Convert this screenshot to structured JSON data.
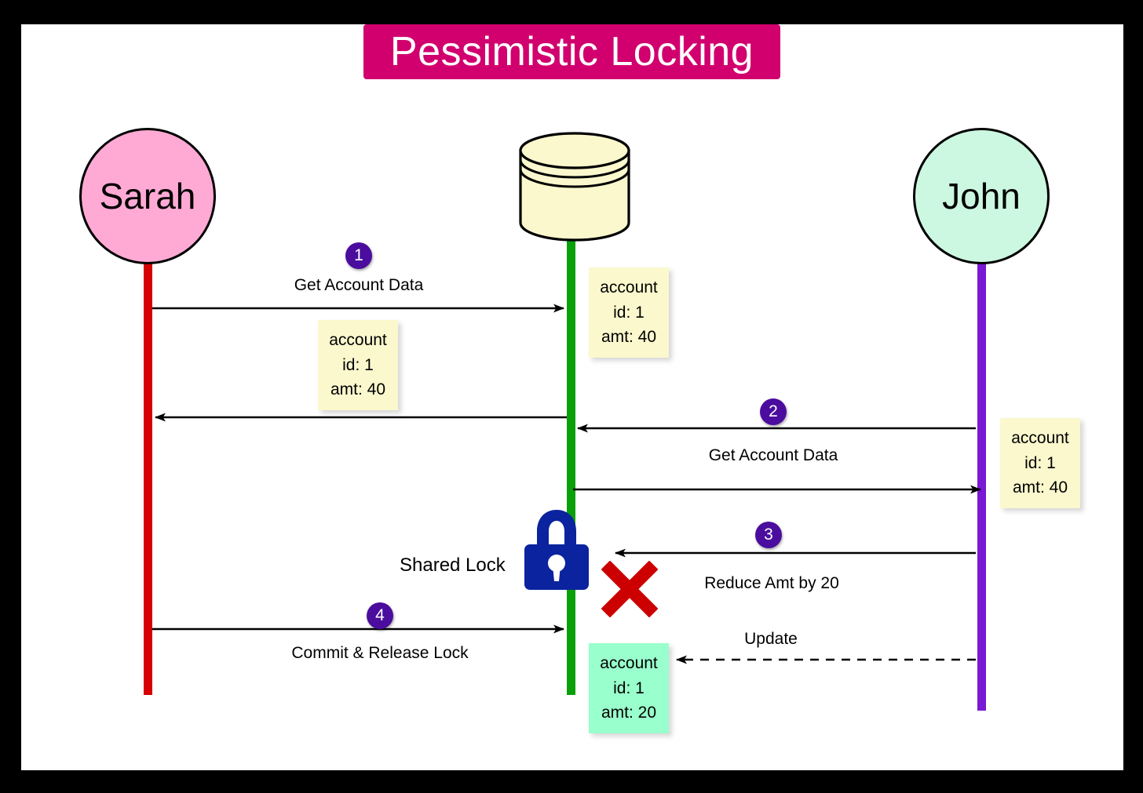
{
  "title": {
    "text": "Pessimistic Locking",
    "banner_color": "#d1006e",
    "text_color": "#ffffff"
  },
  "colors": {
    "frame": "#000000",
    "canvas": "#ffffff",
    "sarah_fill": "#ffaad4",
    "sarah_lifeline": "#d60000",
    "john_fill": "#ccf7e0",
    "john_lifeline": "#7a19d4",
    "db_fill": "#fbf8cd",
    "db_lifeline": "#09a009",
    "badge": "#4b0d9e",
    "lock": "#0b239e",
    "failure_x": "#cc0000",
    "sticky_yellow": "#fbf8cd",
    "sticky_green": "#99ffcc"
  },
  "participants": [
    {
      "id": "sarah",
      "label": "Sarah",
      "shape": "circle"
    },
    {
      "id": "database",
      "label": "",
      "shape": "cylinder",
      "icon": "database-icon"
    },
    {
      "id": "john",
      "label": "John",
      "shape": "circle"
    }
  ],
  "steps": [
    {
      "number": "1",
      "label": "Get Account Data",
      "from": "sarah",
      "to": "database"
    },
    {
      "number": "2",
      "label": "Get Account Data",
      "from": "john",
      "to": "database"
    },
    {
      "number": "3",
      "label": "Reduce Amt by 20",
      "from": "john",
      "to": "database"
    },
    {
      "number": "4",
      "label": "Commit & Release Lock",
      "from": "sarah",
      "to": "database"
    }
  ],
  "lock": {
    "label": "Shared Lock",
    "icon": "padlock-icon"
  },
  "failure": {
    "icon": "red-x-icon"
  },
  "update": {
    "label": "Update"
  },
  "notes": [
    {
      "id": "db-note",
      "color": "yellow",
      "lines": [
        "account",
        "id: 1",
        "amt: 40"
      ]
    },
    {
      "id": "sarah-note",
      "color": "yellow",
      "lines": [
        "account",
        "id: 1",
        "amt: 40"
      ]
    },
    {
      "id": "john-note",
      "color": "yellow",
      "lines": [
        "account",
        "id: 1",
        "amt: 40"
      ]
    },
    {
      "id": "db-updated-note",
      "color": "green",
      "lines": [
        "account",
        "id: 1",
        "amt: 20"
      ]
    }
  ]
}
